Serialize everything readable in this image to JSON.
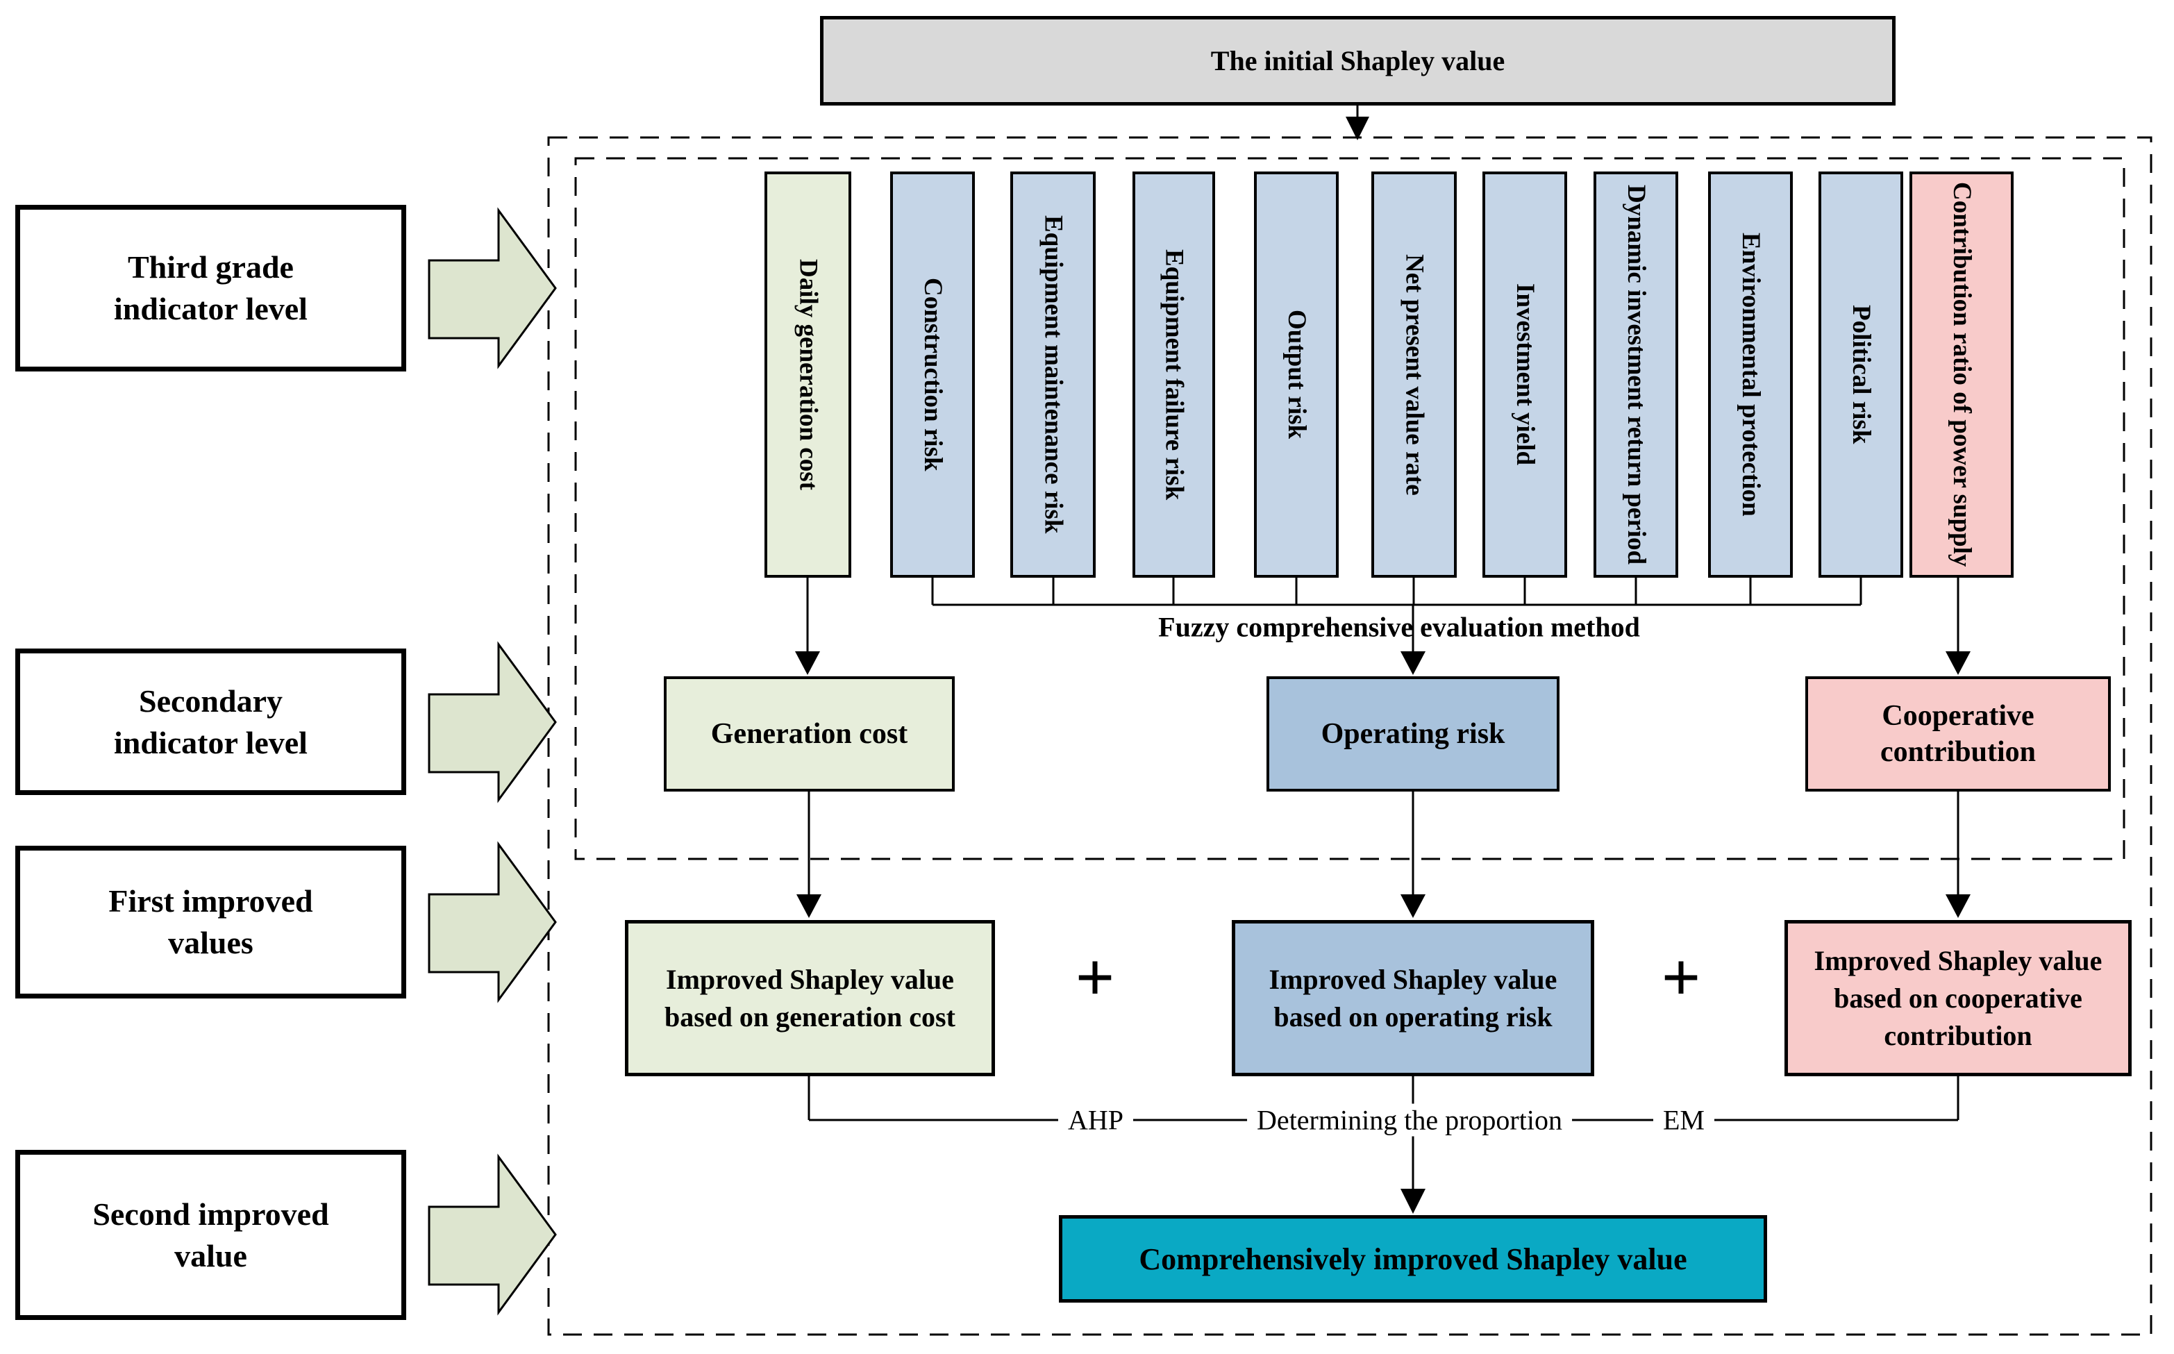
{
  "top_box": {
    "label": "The initial Shapley value"
  },
  "left_labels": [
    {
      "label": "Third grade\nindicator level"
    },
    {
      "label": "Secondary\nindicator level"
    },
    {
      "label": "First improved\nvalues"
    },
    {
      "label": "Second improved\nvalue"
    }
  ],
  "third_grade_indicators": [
    {
      "label": "Daily generation cost",
      "color_key": "green_light"
    },
    {
      "label": "Construction risk",
      "color_key": "blue_light"
    },
    {
      "label": "Equipment maintenance risk",
      "color_key": "blue_light"
    },
    {
      "label": "Equipment failure risk",
      "color_key": "blue_light"
    },
    {
      "label": "Output risk",
      "color_key": "blue_light"
    },
    {
      "label": "Net present value rate",
      "color_key": "blue_light"
    },
    {
      "label": "Investment yield",
      "color_key": "blue_light"
    },
    {
      "label": "Dynamic investment return period",
      "color_key": "blue_light"
    },
    {
      "label": "Environmental protection",
      "color_key": "blue_light"
    },
    {
      "label": "Political risk",
      "color_key": "blue_light"
    },
    {
      "label": "Contribution ratio of power supply",
      "color_key": "pink_light"
    }
  ],
  "fuzzy_method_label": "Fuzzy comprehensive evaluation method",
  "secondary_indicators": {
    "generation": "Generation cost",
    "operating": "Operating risk",
    "cooperative": "Cooperative contribution"
  },
  "improved_values": {
    "generation": "Improved Shapley value based on generation cost",
    "operating": "Improved Shapley value based on operating risk",
    "cooperative": "Improved Shapley value based on cooperative contribution"
  },
  "plus_sign": "+",
  "proportion_row": {
    "ahp": "AHP",
    "label": "Determining the proportion",
    "em": "EM"
  },
  "final_box": {
    "label": "Comprehensively improved Shapley value"
  },
  "colors": {
    "gray": "#d9d9d9",
    "green_light": "#e7eedb",
    "blue_light": "#c5d5e7",
    "blue_mid": "#a8c2dc",
    "pink_light": "#f8cbca",
    "teal": "#0aa9c4",
    "arrow_green": "#dde5cf"
  }
}
